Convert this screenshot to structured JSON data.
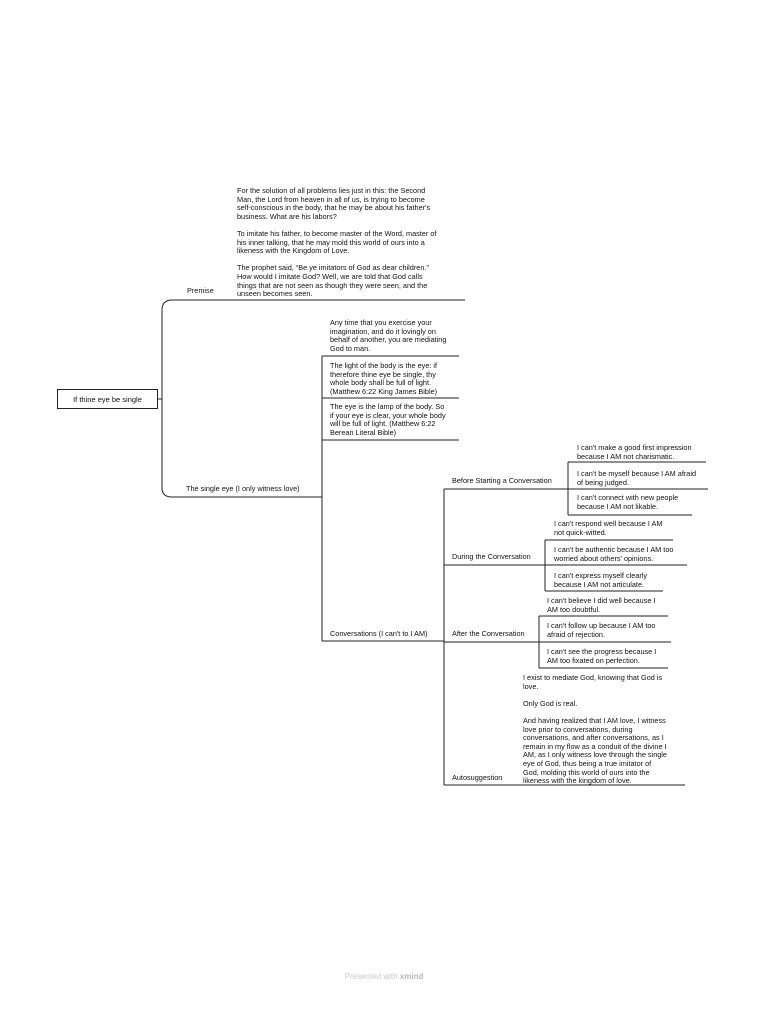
{
  "root": "If thine eye be single",
  "premise": {
    "label": "Premise",
    "text": "For the solution of all problems lies just in this: the Second\nMan, the Lord from heaven in all of us, is trying to become\nself-conscious in the body, that he may be about his father's\nbusiness. What are his labors?\n\nTo  imitate his father, to become master of the Word, master of\nhis inner talking, that he may mold this world of ours into a\nlikeness with the Kingdom of Love.\n\nThe prophet said, “Be ye imitators of God as dear children.”\nHow would I imitate God? Well, we are told that God calls\nthings that are not seen as though they were seen, and the\nunseen becomes seen."
  },
  "single_eye": {
    "label": "The single eye (I only witness love)",
    "notes": [
      "Any time that you exercise your\nimagination, and do it lovingly on\nbehalf of another, you are mediating\nGod to man.",
      "The light of the body is the eye: if\ntherefore thine eye be single, thy\nwhole body shall be full of light.\n(Matthew 6:22 King James Bible)",
      "The eye is the lamp of the body. So\nif your eye is clear, your whole body\nwill be full of light. (Matthew 6:22\nBerean Literal Bible)"
    ]
  },
  "conversations": {
    "label": "Conversations (I can't to I AM)",
    "before": {
      "label": "Before Starting a Conversation",
      "items": [
        "I can't make a good first impression\nbecause I AM not charismatic.",
        "I can't be myself because I AM afraid\nof being judged.",
        "I can't connect with new people\nbecause I AM not likable."
      ]
    },
    "during": {
      "label": "During the Conversation",
      "items": [
        "I can't respond well because I AM\nnot quick-witted.",
        "I can't be authentic because I AM too\nworried about others' opinions.",
        "I can't express myself clearly\nbecause I AM not articulate."
      ]
    },
    "after": {
      "label": "After the Conversation",
      "items": [
        "I can't believe I did well because I\nAM too doubtful.",
        "I can't follow up because I AM too\nafraid of rejection.",
        "I can't see the progress because I\nAM too fixated on perfection."
      ]
    },
    "autosuggestion": {
      "label": "Autosuggestion",
      "text": "I exist to mediate God, knowing that God is\nlove.\n\nOnly God is real.\n\nAnd having realized that I AM love, I witness\nlove prior to conversations, during\nconversations, and after conversations, as I\nremain in my flow as a conduit of the divine I\nAM, as I only witness love through the single\neye of God, thus being a true imitator of\nGod, molding this world of ours into the\nlikeness with the kingdom of love."
    }
  },
  "footer": {
    "prefix": "Presented with ",
    "brand": "xmind"
  }
}
